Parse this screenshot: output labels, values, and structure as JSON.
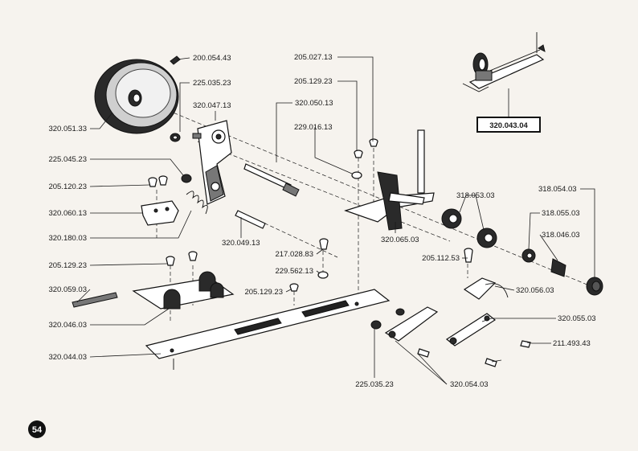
{
  "page_number": "54",
  "assembly_ref": "320.043.04",
  "labels": {
    "p1": "200.054.43",
    "p2": "225.035.23",
    "p3": "320.047.13",
    "p4": "320.051.33",
    "p5": "225.045.23",
    "p6": "205.120.23",
    "p7": "320.060.13",
    "p8": "320.180.03",
    "p9": "320.049.13",
    "p10": "320.050.13",
    "p11": "205.027.13",
    "p12": "205.129.23",
    "p13": "229.016.13",
    "p14": "320.065.03",
    "p15": "318.053.03",
    "p16": "318.054.03",
    "p17": "318.055.03",
    "p18": "318.046.03",
    "p19": "205.112.53",
    "p20": "320.056.03",
    "p21": "217.028.83",
    "p22": "229.562.13",
    "p23": "205.129.23",
    "p24": "205.129.23",
    "p25": "320.059.03",
    "p26": "320.046.03",
    "p27": "320.044.03",
    "p28": "320.055.03",
    "p29": "211.493.43",
    "p30": "225.035.23",
    "p31": "320.054.03"
  }
}
